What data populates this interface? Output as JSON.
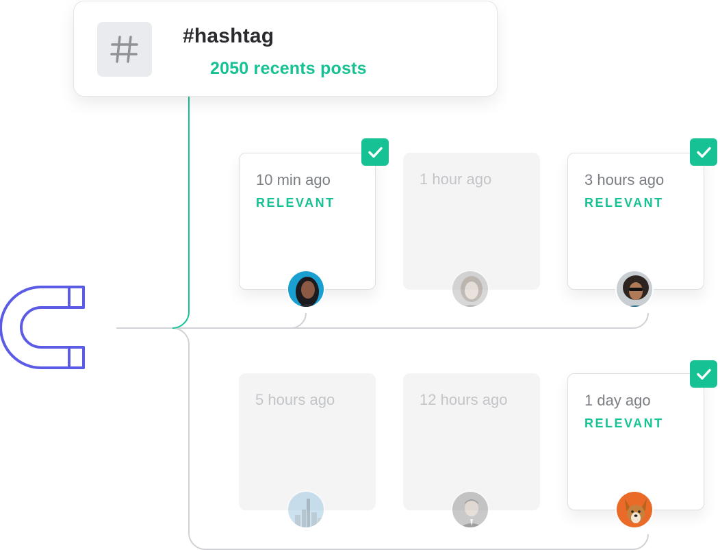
{
  "hashtag": {
    "title": "#hashtag",
    "posts_count": "2050 recents posts",
    "icon": "hash-icon"
  },
  "magnet": {
    "icon": "magnet-icon",
    "color": "#5b5be6"
  },
  "colors": {
    "accent": "#16c293",
    "line": "#d0d2d5",
    "muted_card": "#f4f4f5"
  },
  "posts": [
    {
      "time": "10 min ago",
      "tag": "RELEVANT",
      "relevant": true,
      "avatar": "woman-dark-avatar"
    },
    {
      "time": "1 hour ago",
      "tag": "",
      "relevant": false,
      "avatar": "woman-blonde-avatar"
    },
    {
      "time": "3 hours ago",
      "tag": "RELEVANT",
      "relevant": true,
      "avatar": "man-sunglasses-avatar"
    },
    {
      "time": "5 hours ago",
      "tag": "",
      "relevant": false,
      "avatar": "city-skyline-avatar"
    },
    {
      "time": "12 hours ago",
      "tag": "",
      "relevant": false,
      "avatar": "man-suit-avatar"
    },
    {
      "time": "1 day ago",
      "tag": "RELEVANT",
      "relevant": true,
      "avatar": "dog-avatar"
    }
  ]
}
